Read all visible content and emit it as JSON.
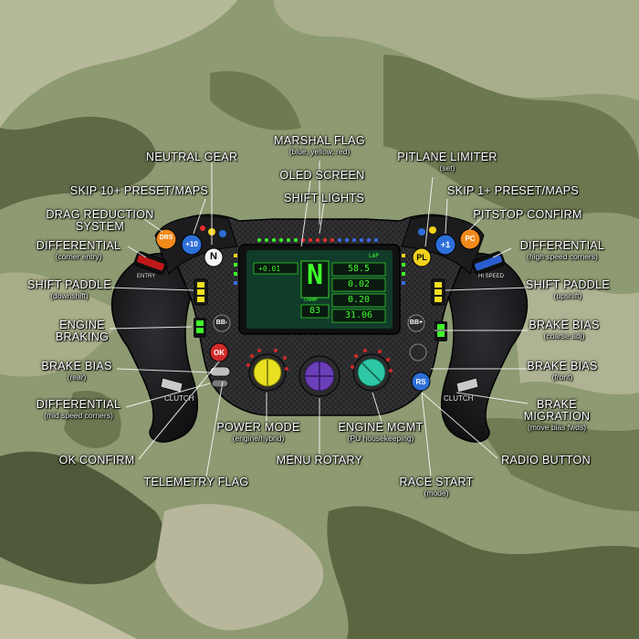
{
  "labels": {
    "marshal_flag": {
      "title": "MARSHAL FLAG",
      "sub": "(blue, yellow, red)"
    },
    "neutral_gear": {
      "title": "NEUTRAL GEAR"
    },
    "pitlane_limiter": {
      "title": "PITLANE LIMITER",
      "sub": "(set)"
    },
    "oled_screen": {
      "title": "OLED SCREEN"
    },
    "skip10": {
      "title": "SKIP 10+ PRESET/MAPS"
    },
    "skip1": {
      "title": "SKIP 1+ PRESET/MAPS"
    },
    "shift_lights": {
      "title": "SHIFT LIGHTS"
    },
    "drag_reduction": {
      "title": "DRAG REDUCTION",
      "title2": "SYSTEM"
    },
    "pitstop_confirm": {
      "title": "PITSTOP CONFIRM"
    },
    "diff_left": {
      "title": "DIFFERENTIAL",
      "sub": "(corner entry)"
    },
    "diff_right": {
      "title": "DIFFERENTIAL",
      "sub": "(high speed corners)"
    },
    "shift_paddle_left": {
      "title": "SHIFT PADDLE",
      "sub": "(downshift)"
    },
    "shift_paddle_right": {
      "title": "SHIFT PADDLE",
      "sub": "(upshift)"
    },
    "engine_braking": {
      "title": "ENGINE",
      "title2": "BRAKING"
    },
    "brake_bias_coarse": {
      "title": "BRAKE BIAS",
      "sub": "(coarse adj)"
    },
    "brake_bias_rear": {
      "title": "BRAKE BIAS",
      "sub": "(rear)"
    },
    "brake_bias_front": {
      "title": "BRAKE BIAS",
      "sub": "(front)"
    },
    "diff_mid": {
      "title": "DIFFERENTIAL",
      "sub": "(mid speed corners)"
    },
    "brake_migration": {
      "title": "BRAKE",
      "title2": "MIGRATION",
      "sub": "(move bias fwds)"
    },
    "power_mode": {
      "title": "POWER MODE",
      "sub": "(engine/hybrid)"
    },
    "engine_mgmt": {
      "title": "ENGINE MGMT",
      "sub": "(PU housekeeping)"
    },
    "ok_confirm": {
      "title": "OK CONFIRM"
    },
    "menu_rotary": {
      "title": "MENU ROTARY"
    },
    "radio_button": {
      "title": "RADIO BUTTON"
    },
    "telemetry_flag": {
      "title": "TELEMETRY FLAG"
    },
    "race_start": {
      "title": "RACE START",
      "sub": "(mode)"
    }
  },
  "wheel_text": {
    "drs": "DRS",
    "plus10": "+10",
    "n_btn": "N",
    "pl": "PL",
    "plus1": "+1",
    "pc": "PC",
    "bb_left": "BB-",
    "bb_right": "BB+",
    "ok": "OK",
    "rs": "RS",
    "clutch_left": "CLUTCH",
    "clutch_right": "CLUTCH",
    "pedal_left": "ENTRY",
    "pedal_right": "HI SPEED"
  },
  "screen": {
    "gear": "N",
    "delta": "+0.01",
    "v1": "58.5",
    "v2": "0.02",
    "v3": "0.20",
    "v4": "83",
    "v5": "31.06",
    "tag": "LAP",
    "sub_tag": "CHAMP"
  },
  "colors": {
    "wheel_body": "#1b1b1d",
    "carbon": "#2a2a2c",
    "screen_bg": "#0c2a20",
    "screen_green": "#3dff2a",
    "drs_orange": "#f28a1c",
    "blue_btn": "#2d6fd8",
    "yellow_btn": "#f0d21a",
    "red_btn": "#d22a2a",
    "rotary_yellow": "#e8e020",
    "rotary_purple": "#6a3fb8",
    "rotary_teal": "#2fc7a5"
  }
}
